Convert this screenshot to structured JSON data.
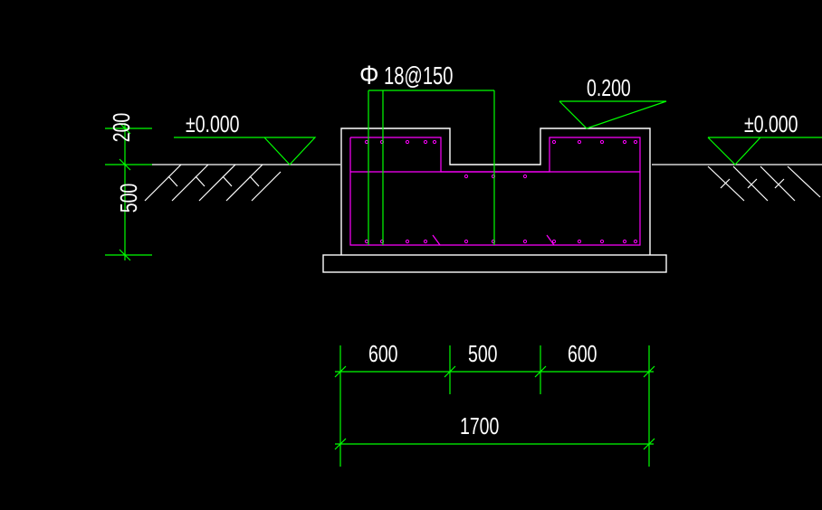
{
  "colors": {
    "background": "#000000",
    "outline": "#ffffff",
    "dimension": "#00ff00",
    "rebar": "#ff00ff"
  },
  "labels": {
    "rebar_callout": "18@150",
    "rebar_symbol": "Φ",
    "level_left": "±0.000",
    "level_right": "±0.000",
    "level_top": "0.200"
  },
  "dimensions": {
    "height_upper": "200",
    "height_lower": "500",
    "width_left": "600",
    "width_mid": "500",
    "width_right": "600",
    "width_total": "1700"
  }
}
